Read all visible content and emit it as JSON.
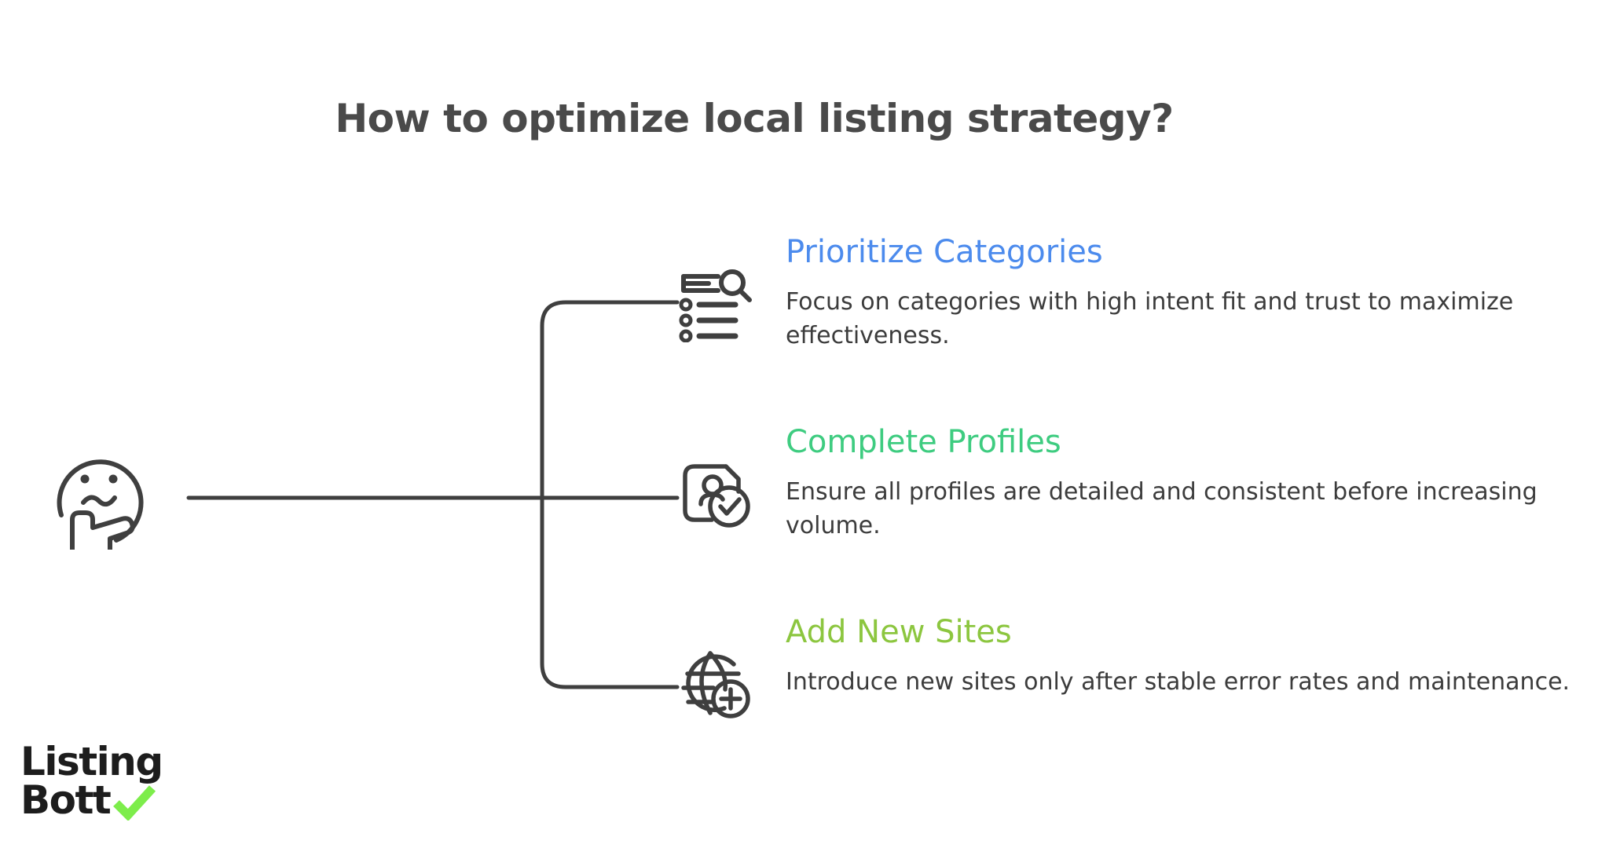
{
  "page": {
    "title": "How to optimize local listing strategy?",
    "background": "#ffffff",
    "line_color": "#3f3f3f",
    "body_text_color": "#3c3c3c",
    "title_color": "#4a4a4a"
  },
  "root": {
    "icon": "thinking-face-icon",
    "label": ""
  },
  "branches": [
    {
      "id": "prioritize-categories",
      "icon": "list-search-icon",
      "heading": "Prioritize Categories",
      "heading_color": "#4c8bed",
      "body": "Focus on categories with high intent fit and trust to maximize effectiveness."
    },
    {
      "id": "complete-profiles",
      "icon": "profile-document-check-icon",
      "heading": "Complete Profiles",
      "heading_color": "#3ecc80",
      "body": "Ensure all profiles are detailed and consistent before increasing volume."
    },
    {
      "id": "add-new-sites",
      "icon": "globe-plus-icon",
      "heading": "Add New Sites",
      "heading_color": "#8cc63f",
      "body": "Introduce new sites only after stable error rates and maintenance."
    }
  ],
  "logo": {
    "line1": "Listing",
    "line2": "Bott",
    "check_icon": "green-check-icon",
    "check_color": "#7ded4b",
    "text_color": "#1d1d1d"
  }
}
